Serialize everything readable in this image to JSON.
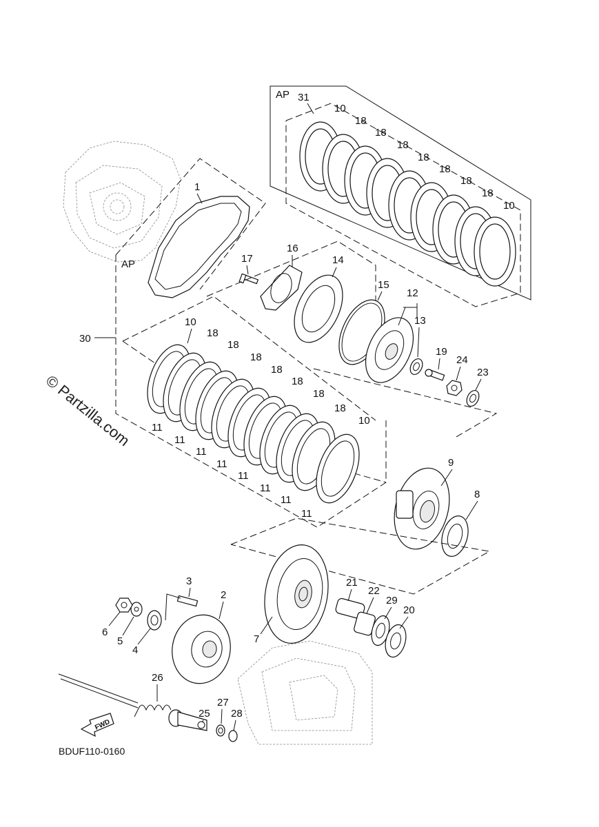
{
  "diagram_code": "BDUF110-0160",
  "watermark": "© Partzilla.com",
  "fwd_label": "FWD",
  "group_labels": {
    "ap_top": "AP",
    "ap_left": "AP"
  },
  "callouts": {
    "c1": "1",
    "c2": "2",
    "c3": "3",
    "c4": "4",
    "c5": "5",
    "c6": "6",
    "c7": "7",
    "c8": "8",
    "c9": "9",
    "c10a": "10",
    "c10b": "10",
    "c10c": "10",
    "c10d": "10",
    "c11a": "11",
    "c11b": "11",
    "c11c": "11",
    "c11d": "11",
    "c11e": "11",
    "c11f": "11",
    "c11g": "11",
    "c11h": "11",
    "c12": "12",
    "c13": "13",
    "c14": "14",
    "c15": "15",
    "c16": "16",
    "c17": "17",
    "c18a": "18",
    "c18b": "18",
    "c18c": "18",
    "c18d": "18",
    "c18e": "18",
    "c18f": "18",
    "c18g": "18",
    "c18h": "18",
    "c18i": "18",
    "c18j": "18",
    "c18k": "18",
    "c18l": "18",
    "c18m": "18",
    "c19": "19",
    "c20": "20",
    "c21": "21",
    "c22": "22",
    "c23": "23",
    "c24": "24",
    "c25": "25",
    "c26": "26",
    "c27": "27",
    "c28": "28",
    "c29": "29",
    "c30": "30",
    "c31": "31"
  }
}
